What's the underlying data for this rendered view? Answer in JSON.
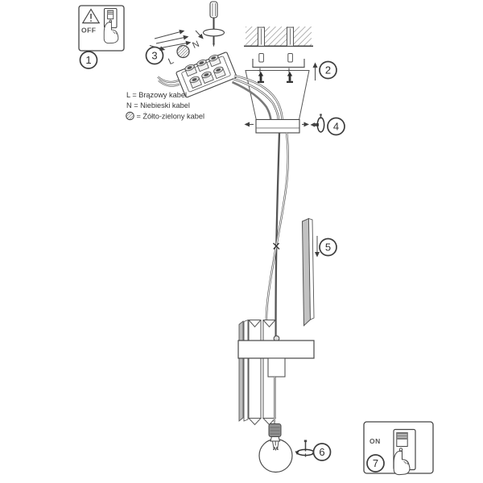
{
  "diagram_title": "pendant-lamp-assembly-instructions",
  "colors": {
    "line": "#454545",
    "text": "#333333",
    "dark_fill": "#2e2e2e",
    "metal_gray": "#8f8f8f",
    "panel_gray": "#c2c2c2",
    "background": "#ffffff"
  },
  "steps": {
    "s1": "1",
    "s2": "2",
    "s3": "3",
    "s4": "4",
    "s5": "5",
    "s6": "6",
    "s7": "7"
  },
  "power_off": {
    "label": "OFF"
  },
  "power_on": {
    "label": "ON"
  },
  "wire_legend": {
    "l": "L = Brązowy kabel",
    "n": "N = Niebieski kabel",
    "earth": "= Żółto-zielony kabel"
  },
  "terminal_labels": {
    "l": "L",
    "n": "N"
  }
}
